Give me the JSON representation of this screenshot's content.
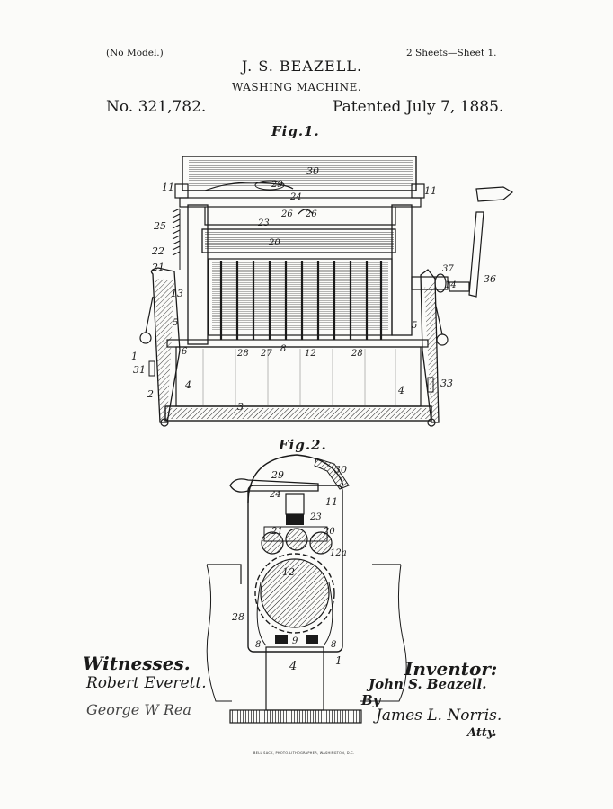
{
  "header": {
    "model": "(No Model.)",
    "sheets": "2 Sheets—Sheet 1.",
    "inventor_name": "J. S. BEAZELL.",
    "title": "WASHING MACHINE.",
    "patent_number": "No. 321,782.",
    "patent_date": "Patented July 7, 1885."
  },
  "figures": {
    "fig1_label": "Fig.1.",
    "fig2_label": "Fig.2."
  },
  "fig1_numbers": [
    "30",
    "11",
    "29",
    "24",
    "11",
    "25",
    "26",
    "26",
    "23",
    "22",
    "20",
    "21",
    "37",
    "36",
    "13",
    "14",
    "5",
    "5",
    "1",
    "6",
    "28",
    "27",
    "8",
    "12",
    "28",
    "31",
    "4",
    "4",
    "33",
    "2",
    "3"
  ],
  "fig2_numbers": [
    "29",
    "30",
    "24",
    "11",
    "23",
    "21",
    "20",
    "12a",
    "12",
    "28",
    "8",
    "9",
    "8",
    "4",
    "1"
  ],
  "signatures": {
    "witnesses_label": "Witnesses.",
    "witness_1": "Robert Everett.",
    "witness_2": "George W Rea",
    "inventor_label": "Inventor:",
    "inventor_sig": "John S. Beazell.",
    "by": "By",
    "attorney_sig": "James L. Norris.",
    "atty": "Atty."
  },
  "footer": {
    "printer": "BELL SACK, PHOTO-LITHOGRAPHER, WASHINGTON, D.C."
  }
}
